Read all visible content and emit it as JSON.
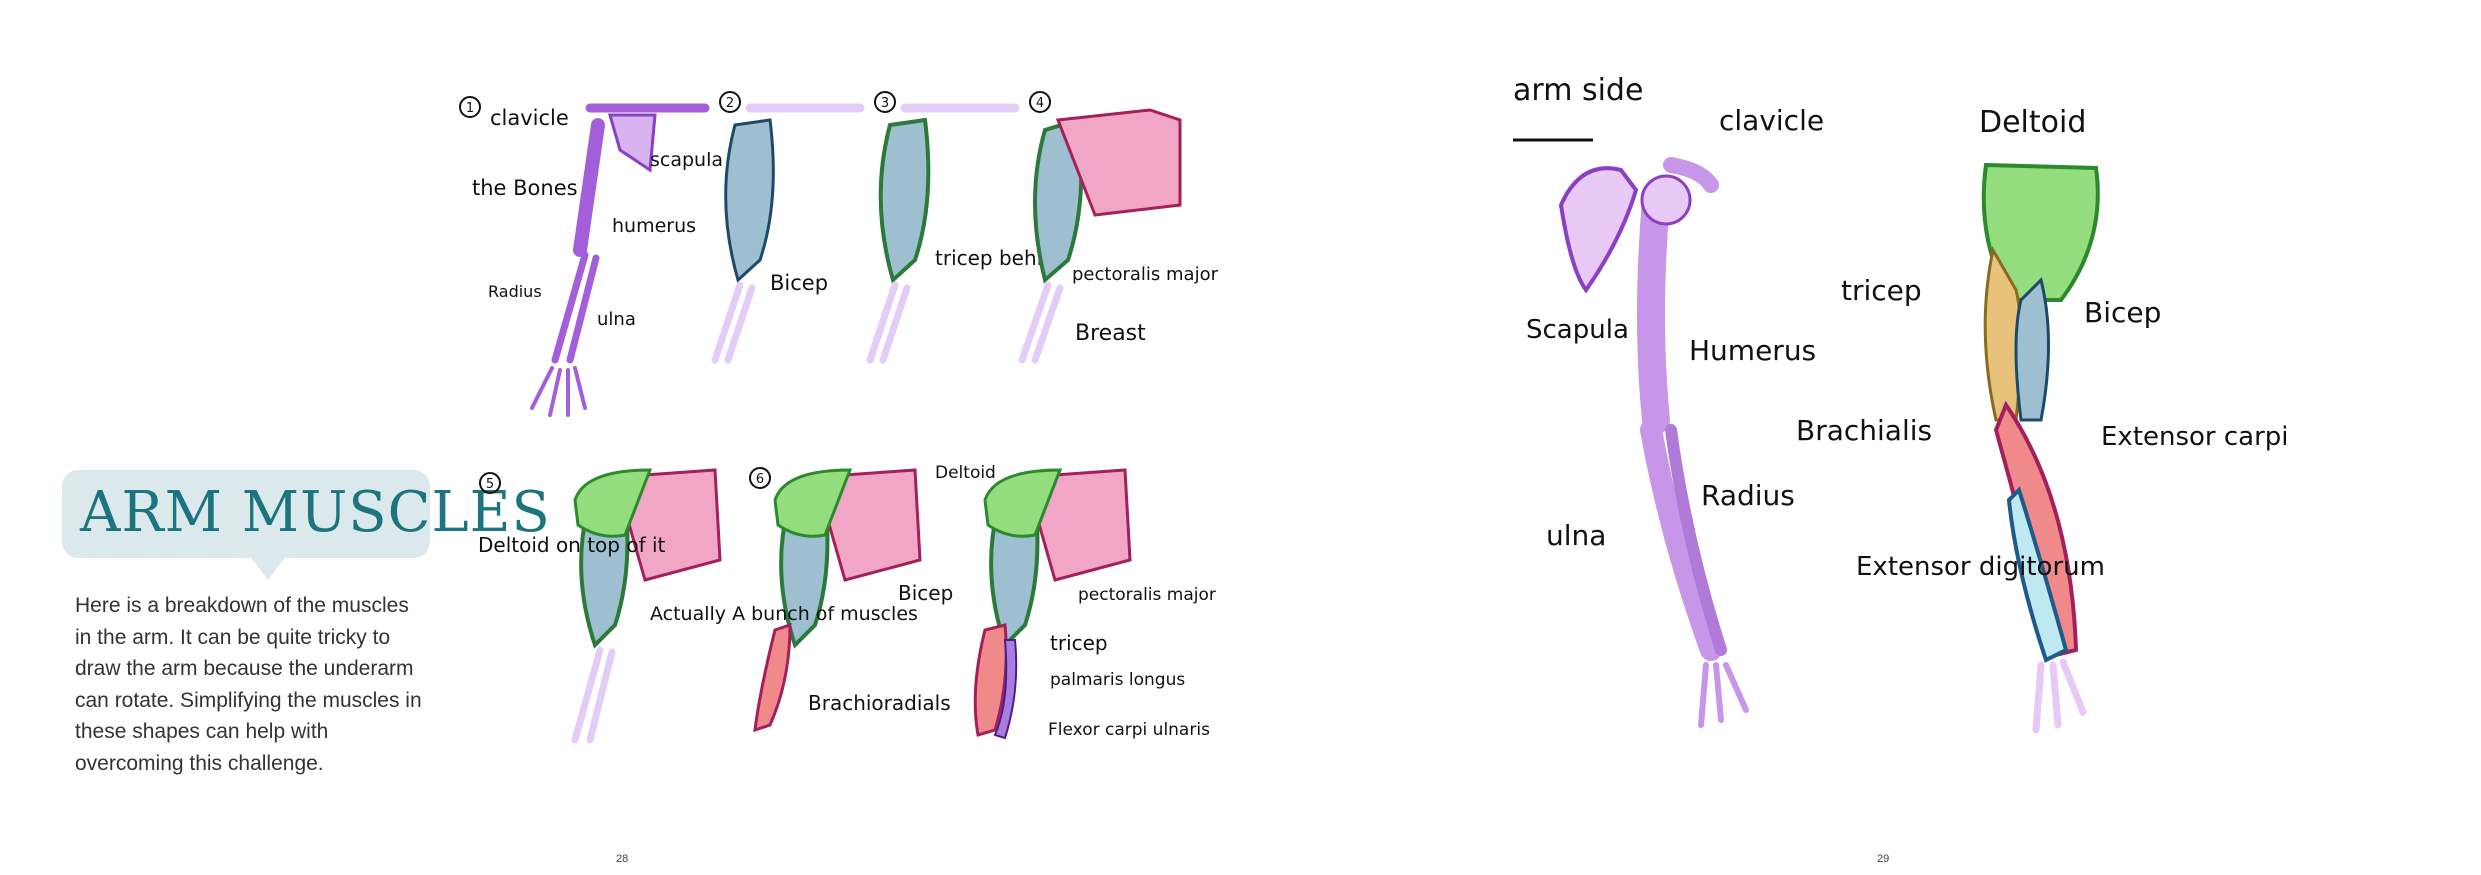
{
  "left_page": {
    "title": "ARM MUSCLES",
    "intro": "Here is a breakdown of the muscles in the arm. It can be quite tricky to draw the arm because the underarm can rotate. Simplifying the muscles in these shapes can help with overcoming this challenge.",
    "page_number": "28",
    "steps": [
      {
        "number": "1",
        "labels": {
          "clavicle": "clavicle",
          "scapula": "scapula",
          "the_bones": "the Bones",
          "humerus": "humerus",
          "radius": "Radius",
          "ulna": "ulna"
        }
      },
      {
        "number": "2",
        "labels": {
          "bicep": "Bicep"
        }
      },
      {
        "number": "3",
        "labels": {
          "tricep_behind": "tricep behind"
        }
      },
      {
        "number": "4",
        "labels": {
          "pectoralis_major": "pectoralis major",
          "breast": "Breast"
        }
      },
      {
        "number": "5",
        "labels": {
          "deltoid_on_top": "Deltoid on top of it"
        }
      },
      {
        "number": "6",
        "labels": {
          "bunch": "Actually A bunch of muscles"
        }
      },
      {
        "number": "",
        "labels": {
          "deltoid": "Deltoid",
          "bicep": "Bicep",
          "pectoralis_major": "pectoralis major",
          "tricep": "tricep",
          "palmaris_longus": "palmaris longus",
          "brachioradialis": "Brachioradials",
          "flexor_carpi_ulnaris": "Flexor carpi ulnaris"
        }
      }
    ]
  },
  "right_page": {
    "page_number": "29",
    "skeleton_heading": "arm side",
    "bone_labels": {
      "clavicle": "clavicle",
      "scapula": "Scapula",
      "humerus": "Humerus",
      "radius": "Radius",
      "ulna": "ulna"
    },
    "muscle_labels": {
      "deltoid": "Deltoid",
      "tricep": "tricep",
      "bicep": "Bicep",
      "brachialis": "Brachialis",
      "extensor_carpi": "Extensor carpi",
      "extensor_digitorum": "Extensor digitorum"
    }
  },
  "colors": {
    "bone": "#c896e8",
    "bone_dark": "#8a3fc4",
    "bicep": "#9dbfcf",
    "tricep_edge": "#2b7a3a",
    "pectoral": "#f2a6c6",
    "pectoral_edge": "#a3205c",
    "deltoid": "#93dd7f",
    "deltoid_edge": "#2c8a2c",
    "forearm_red": "#f08a8a",
    "tricep_yellow": "#e8c27a",
    "extensor_dig": "#bfe9f0",
    "title_bg": "#dbe8ec",
    "title_text": "#1c7480"
  }
}
